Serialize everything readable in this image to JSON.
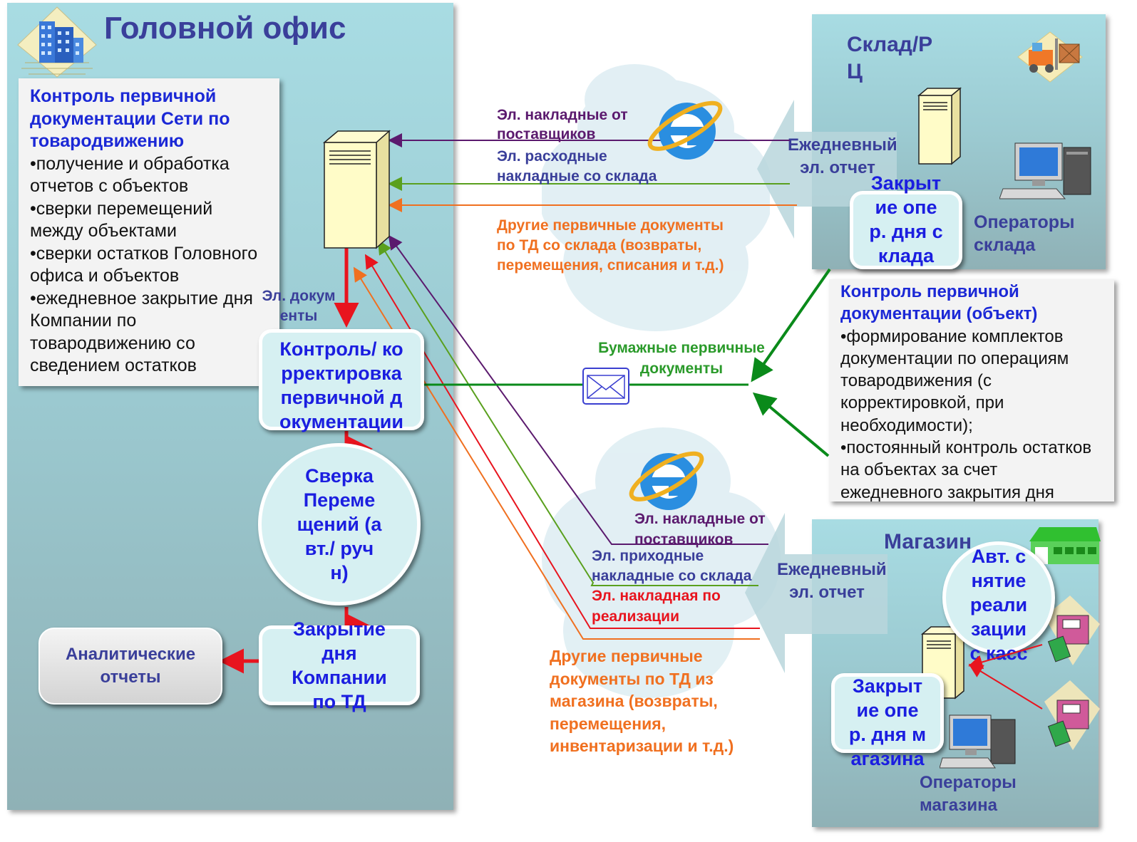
{
  "head_office": {
    "title": "Головной офис",
    "control_box": {
      "header": "Контроль первичной документации Сети по товародвижению",
      "items": [
        "•получение и обработка отчетов с объектов",
        "•сверки перемещений между объектами",
        "•сверки остатков Головного офиса и объектов",
        "•ежедневное закрытие дня Компании по товародвижению со сведением остатков"
      ]
    },
    "el_docs_label": "Эл. документы",
    "node_control": "Контроль/ корректировка первичной документации",
    "node_reconcile": "Сверка Перемещений (авт./ ручн)",
    "node_close_company": "Закрытие дня Компании по ТД",
    "node_analytics": "Аналитические отчеты"
  },
  "warehouse": {
    "title": "Склад/РЦ",
    "daily_report": "Ежедневный эл. отчет",
    "node_close": "Закрытие опер. дня склада",
    "operators": "Операторы склада",
    "control_box": {
      "header": "Контроль первичной документации (объект)",
      "items": [
        "•формирование комплектов документации по операциям товародвижения (с корректировкой, при необходимости);",
        "•постоянный контроль остатков на объектах за счет ежедневного закрытия дня"
      ]
    }
  },
  "store": {
    "title": "Магазин",
    "daily_report": "Ежедневный эл. отчет",
    "node_close": "Закрытие опер. дня магазина",
    "node_auto": "Авт. снятие реализации с касс",
    "operators": "Операторы магазина"
  },
  "flows": {
    "wh_supplier_invoices": "Эл. накладные от поставщиков",
    "wh_outgoing": "Эл. расходные накладные со склада",
    "wh_other": "Другие первичные документы  по ТД со склада (возвраты, перемещения, списания и т.д.)",
    "paper_docs": "Бумажные первичные документы",
    "st_supplier_invoices": "Эл. накладные от поставщиков",
    "st_incoming": "Эл. приходные накладные со склада",
    "st_sales": "Эл. накладная по реализации",
    "st_other": "Другие первичные документы по ТД из магазина (возвраты, перемещения, инвентаризации и т.д.)"
  },
  "colors": {
    "purple": "#5b1a6e",
    "green": "#5aa01e",
    "orange": "#f07020",
    "red": "#e8141e",
    "dark_green": "#0a8a1a",
    "blue_text": "#1b1ee0",
    "title_blue": "#3a3f9a"
  }
}
